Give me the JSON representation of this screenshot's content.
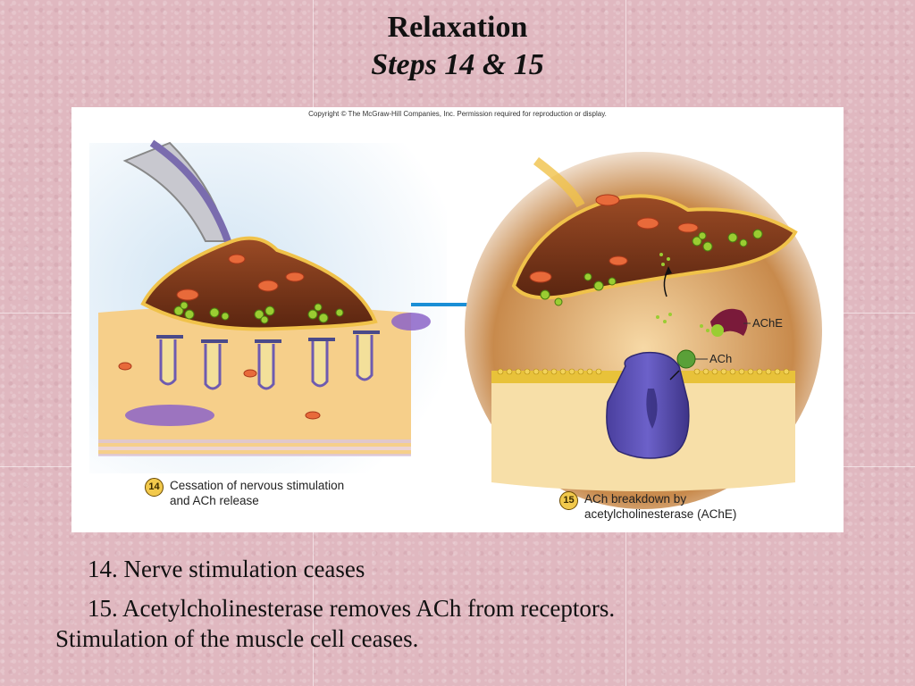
{
  "slide": {
    "title": "Relaxation",
    "subtitle": "Steps 14 & 15"
  },
  "figure": {
    "copyright": "Copyright © The McGraw-Hill Companies, Inc. Permission required for reproduction or display.",
    "step14": {
      "number": "14",
      "line1": "Cessation of nervous stimulation",
      "line2": "and ACh release"
    },
    "step15": {
      "number": "15",
      "line1": "ACh breakdown by",
      "line2": "acetylcholinesterase (AChE)"
    },
    "labels": {
      "ache": "AChE",
      "ach": "ACh"
    },
    "colors": {
      "terminal": "#7a3a1a",
      "muscle": "#f6cf8a",
      "receptor": "#5b4fb5",
      "arrow": "#1a8ed6",
      "vesicle": "#9acd32"
    }
  },
  "body": {
    "line14": "14. Nerve stimulation ceases",
    "line15a": "15. Acetylcholinesterase removes ACh from receptors.",
    "line15b": "Stimulation of the muscle cell ceases."
  }
}
